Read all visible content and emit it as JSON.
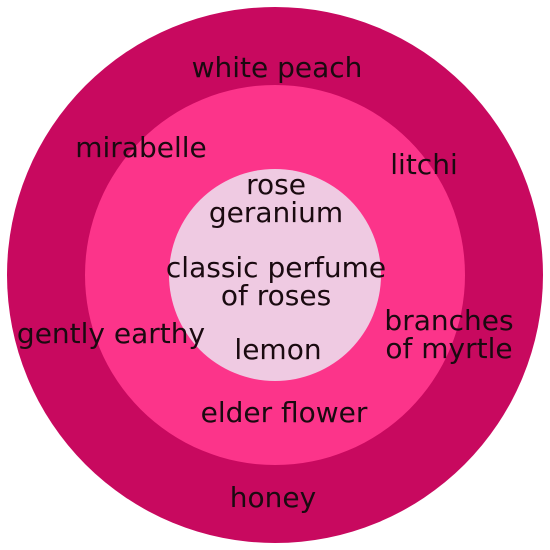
{
  "colors": {
    "outer_ring": "#c8095f",
    "middle_ring": "#fc348a",
    "inner_circle": "#efcae2",
    "text": "#1a0a10"
  },
  "outer": {
    "top": "white peach",
    "bottom": "honey",
    "left": "gently earthy",
    "top_left": "mirabelle"
  },
  "middle": {
    "top_right": "litchi",
    "right": [
      "branches",
      "of myrtle"
    ],
    "bottom": "elder flower"
  },
  "inner": {
    "top": [
      "rose",
      "geranium"
    ],
    "center": [
      "classic perfume",
      "of roses"
    ],
    "bottom": "lemon"
  }
}
